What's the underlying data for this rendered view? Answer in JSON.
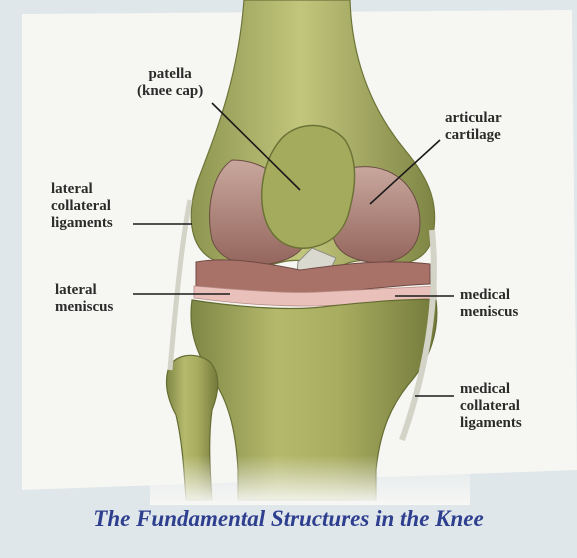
{
  "labels": {
    "patella": "patella\n(knee cap)",
    "articular_cartilage": "articular\ncartilage",
    "lateral_collateral_ligaments": "lateral\ncollateral\nligaments",
    "lateral_meniscus": "lateral\nmeniscus",
    "medical_meniscus": "medical\nmeniscus",
    "medical_collateral_ligaments": "medical\ncollateral\nligaments"
  },
  "caption": "The Fundamental Structures in the Knee",
  "colors": {
    "background": "#dfe7ea",
    "panel": "#f7f7f4",
    "bone": "#a9ae63",
    "bone_shadow": "#7d8440",
    "cartilage": "#b58a80",
    "meniscus": "#e6b9b2",
    "caption": "#2e3f8f",
    "leader": "#1a1a1a"
  }
}
